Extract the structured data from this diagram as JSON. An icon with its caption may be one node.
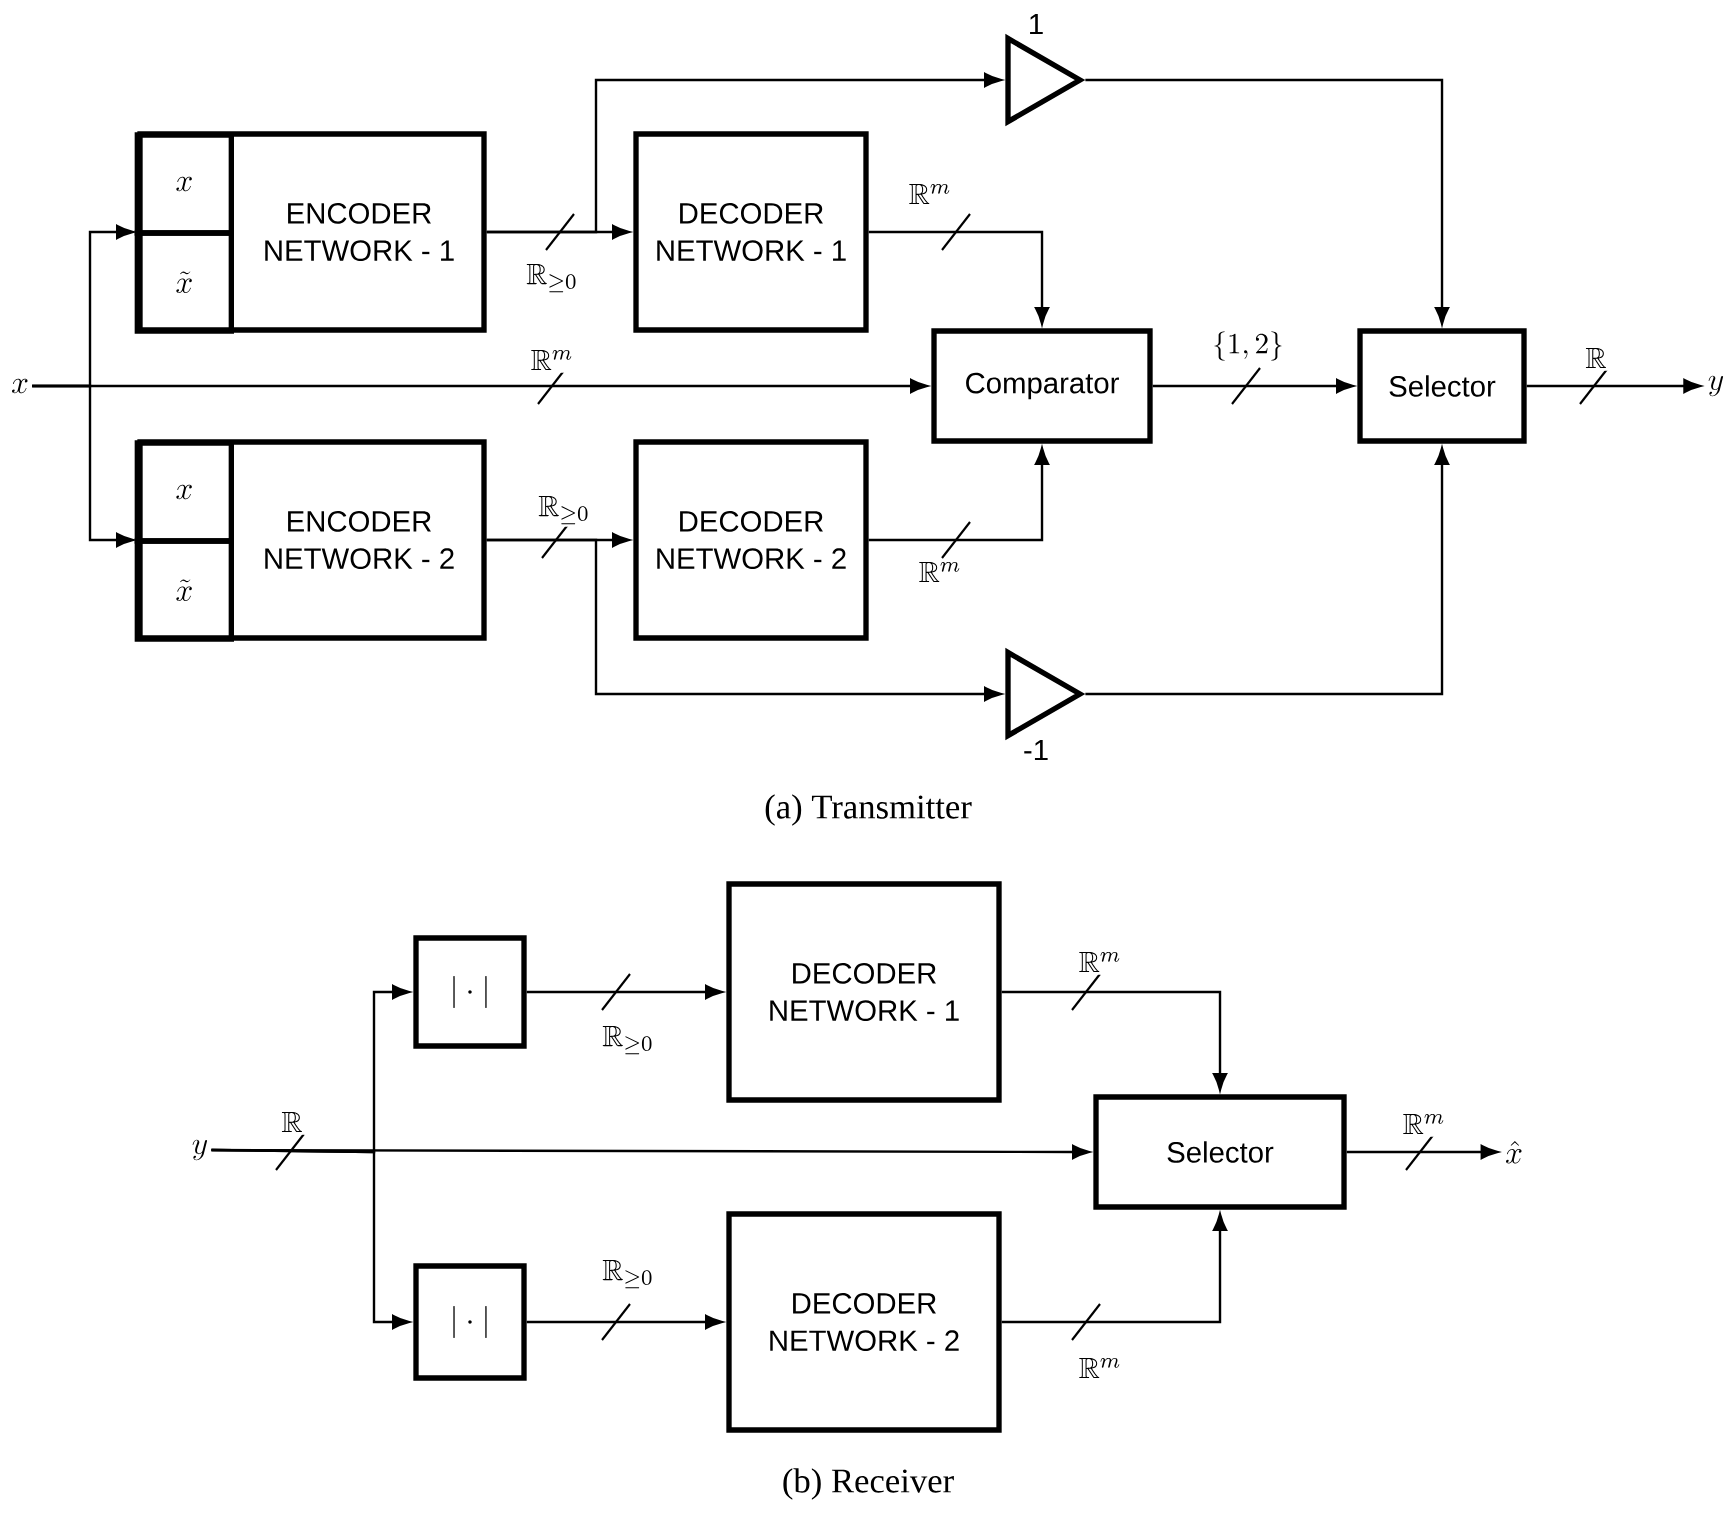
{
  "diagram": {
    "nodes": [
      {
        "text": [
          "x"
        ]
      },
      {
        "text": [
          "ENCODER NETWORK - 1"
        ]
      },
      {
        "text": [
          "x"
        ],
        "in": 1
      },
      {
        "text": [
          "\\tilde{x}"
        ],
        "in": 1
      },
      {
        "text": [
          "ENCODER NETWORK - 2"
        ]
      },
      {
        "text": [
          "x"
        ],
        "in": 4
      },
      {
        "text": [
          "\\tilde{x}"
        ],
        "in": 4
      },
      {
        "text": [
          "DECODER NETWORK - 1"
        ]
      },
      {
        "text": [
          "DECODER NETWORK - 2"
        ]
      },
      {
        "text": [],
        "shape": "triangle",
        "beside": [
          "1"
        ]
      },
      {
        "text": [],
        "shape": "triangle",
        "beside": [
          "-1"
        ]
      },
      {
        "text": [
          "Comparator"
        ]
      },
      {
        "text": [
          "Selector"
        ]
      },
      {
        "text": [
          "y"
        ]
      },
      {
        "text": [
          "y"
        ]
      },
      {
        "text": [
          "|\\cdot|"
        ]
      },
      {
        "text": [
          "|\\cdot|"
        ]
      },
      {
        "text": [
          "DECODER NETWORK - 1"
        ]
      },
      {
        "text": [
          "DECODER NETWORK - 2"
        ]
      },
      {
        "text": [
          "Selector"
        ]
      },
      {
        "text": [
          "\\hat{x}"
        ]
      }
    ],
    "edges": [
      {
        "from": 0,
        "to": 1,
        "arrow": "to"
      },
      {
        "from": 0,
        "to": 4,
        "arrow": "to"
      },
      {
        "from": 0,
        "to": 11,
        "arrow": "to",
        "label": "\\mathbb{R}^m"
      },
      {
        "from": 1,
        "to": 7,
        "arrow": "to",
        "label": "\\mathbb{R}_{\\geq 0}"
      },
      {
        "from": 1,
        "to": 9,
        "arrow": "to"
      },
      {
        "from": 4,
        "to": 8,
        "arrow": "to",
        "label": "\\mathbb{R}_{\\geq 0}"
      },
      {
        "from": 4,
        "to": 10,
        "arrow": "to"
      },
      {
        "from": 7,
        "to": 11,
        "arrow": "to",
        "label": "\\mathbb{R}^m"
      },
      {
        "from": 8,
        "to": 11,
        "arrow": "to",
        "label": "\\mathbb{R}^m"
      },
      {
        "from": 9,
        "to": 12,
        "arrow": "to"
      },
      {
        "from": 10,
        "to": 12,
        "arrow": "to"
      },
      {
        "from": 11,
        "to": 12,
        "arrow": "to",
        "label": "\\{1,2\\}"
      },
      {
        "from": 12,
        "to": 13,
        "arrow": "to",
        "label": "\\mathbb{R}"
      },
      {
        "from": 14,
        "to": 15,
        "arrow": "to"
      },
      {
        "from": 14,
        "to": 16,
        "arrow": "to"
      },
      {
        "from": 14,
        "to": 19,
        "arrow": "to",
        "label": "\\mathbb{R}"
      },
      {
        "from": 15,
        "to": 17,
        "arrow": "to",
        "label": "\\mathbb{R}_{\\geq 0}"
      },
      {
        "from": 16,
        "to": 18,
        "arrow": "to",
        "label": "\\mathbb{R}_{\\geq 0}"
      },
      {
        "from": 17,
        "to": 19,
        "arrow": "to",
        "label": "\\mathbb{R}^m"
      },
      {
        "from": 18,
        "to": 19,
        "arrow": "to",
        "label": "\\mathbb{R}^m"
      },
      {
        "from": 19,
        "to": 20,
        "arrow": "to",
        "label": "\\mathbb{R}^m"
      }
    ],
    "labels": [
      "(a) Transmitter",
      "(b) Receiver"
    ]
  }
}
